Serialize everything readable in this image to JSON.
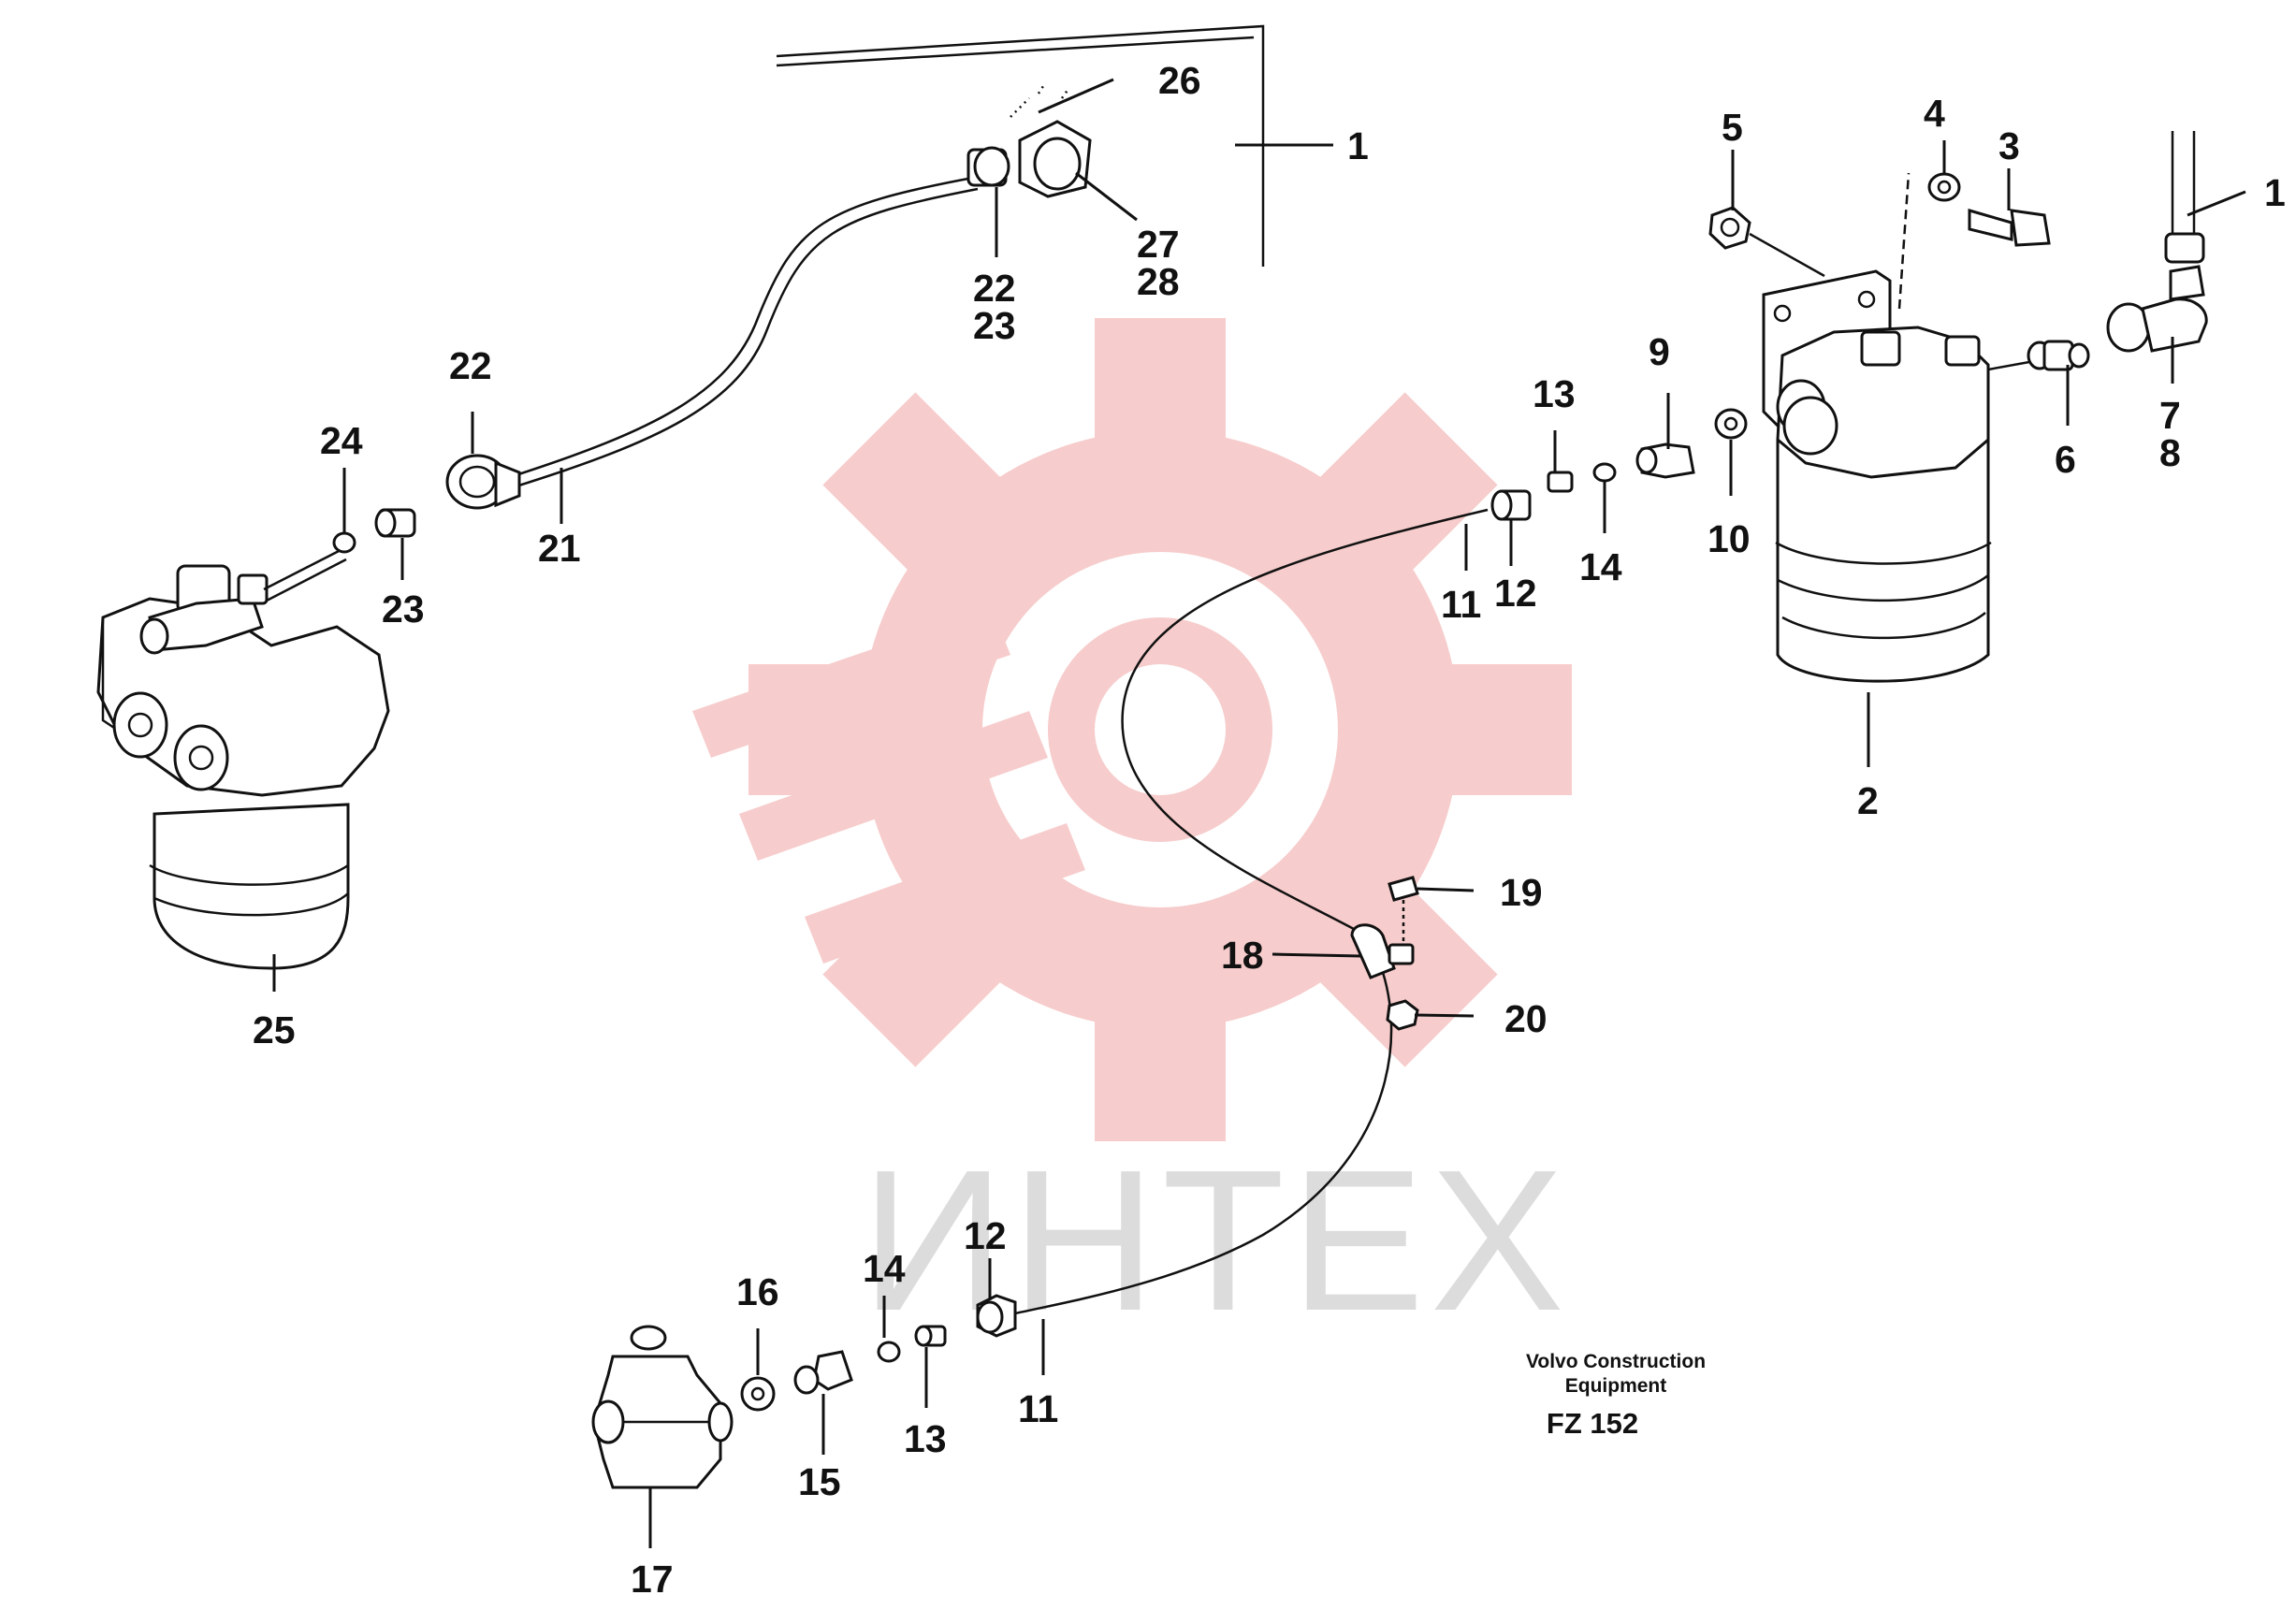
{
  "caption": {
    "line1": "Volvo Construction",
    "line2": "Equipment",
    "code": "FZ 152"
  },
  "watermark": {
    "text": "ИНТЕХ",
    "gear_color": "#f7c7c7",
    "text_color": "#dcdcdc"
  },
  "callouts": {
    "c1a": "1",
    "c1b": "1",
    "c2": "2",
    "c3": "3",
    "c4": "4",
    "c5": "5",
    "c6": "6",
    "c7": "7",
    "c8": "8",
    "c9": "9",
    "c10": "10",
    "c11a": "11",
    "c12a": "12",
    "c13a": "13",
    "c14a": "14",
    "c11b": "11",
    "c12b": "12",
    "c13b": "13",
    "c14b": "14",
    "c15": "15",
    "c16": "16",
    "c17": "17",
    "c18": "18",
    "c19": "19",
    "c20": "20",
    "c21": "21",
    "c22a": "22",
    "c23a": "23",
    "c22b": "22",
    "c23b": "23",
    "c24": "24",
    "c25": "25",
    "c26": "26",
    "c27": "27",
    "c28": "28"
  }
}
